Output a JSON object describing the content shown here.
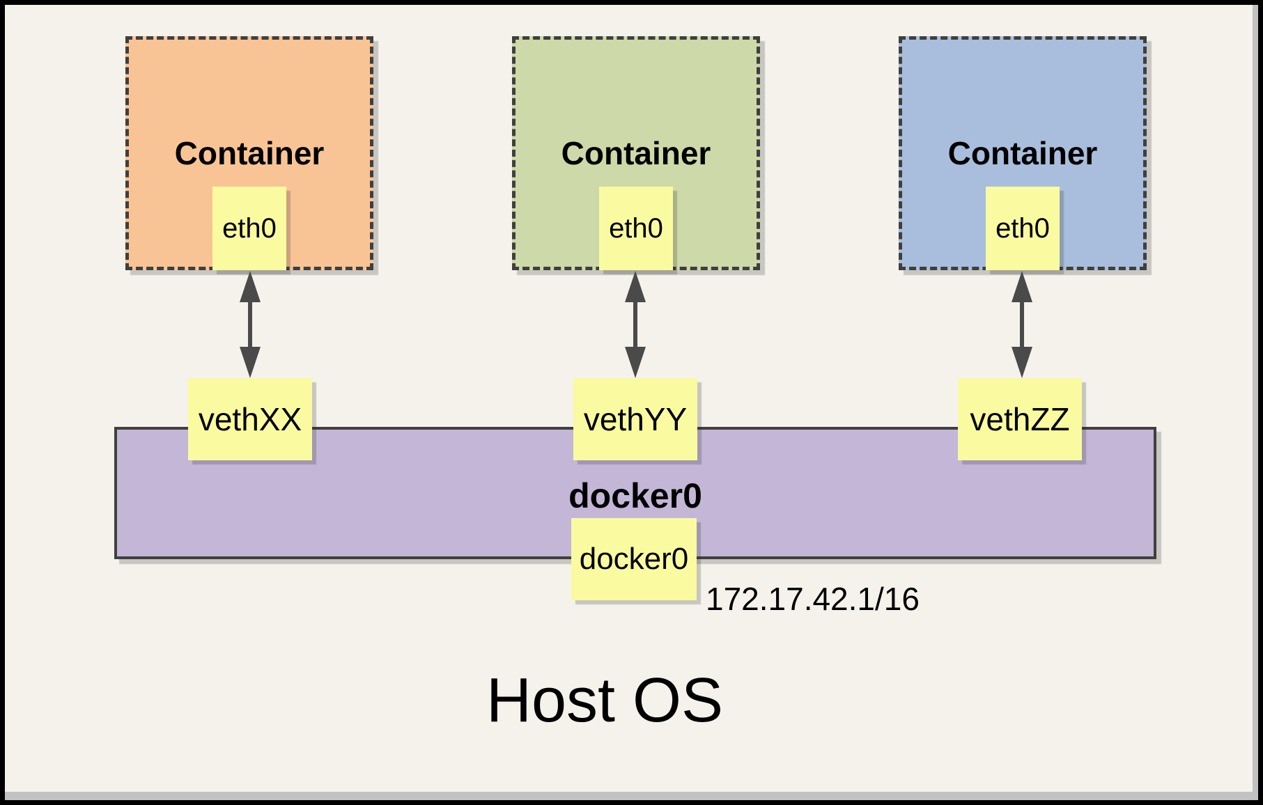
{
  "containers": [
    {
      "label": "Container",
      "interface_label": "eth0",
      "veth_label": "vethXX",
      "fill": "#F9C495"
    },
    {
      "label": "Container",
      "interface_label": "eth0",
      "veth_label": "vethYY",
      "fill": "#CDD9A8"
    },
    {
      "label": "Container",
      "interface_label": "eth0",
      "veth_label": "vethZZ",
      "fill": "#A9BEDC"
    }
  ],
  "bridge": {
    "label": "docker0",
    "interface_label": "docker0",
    "ip_label": "172.17.42.1/16",
    "fill": "#C4B6D6"
  },
  "host": {
    "label": "Host OS"
  },
  "colors": {
    "background": "#F4F2EB",
    "frame": "#000000",
    "note_fill": "#FAFAA0",
    "dashed_border": "#3F3F3F",
    "arrow": "#4A4A4A",
    "page_shadow": "#C2C2C2"
  }
}
